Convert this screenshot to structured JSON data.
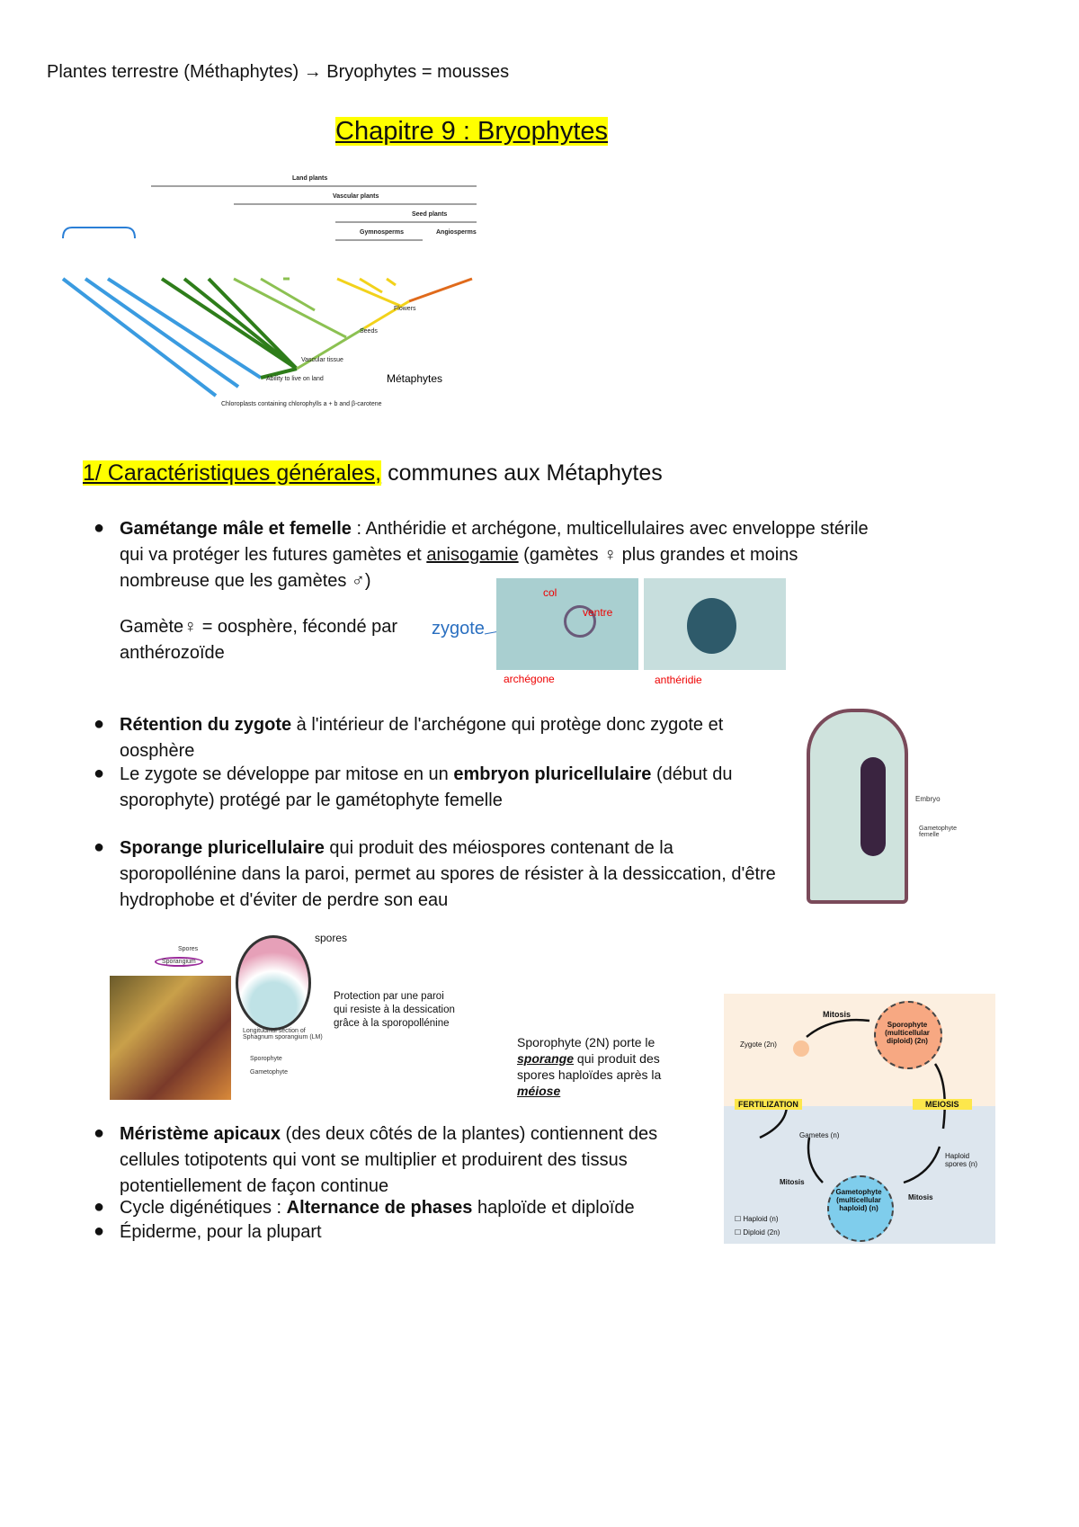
{
  "header_line": {
    "left": "Plantes terrestre (Méthaphytes)",
    "arrow": "→",
    "right": "Bryophytes = mousses"
  },
  "chapter_title": "Chapitre 9 : Bryophytes",
  "phylogeny": {
    "groups": [
      "Land plants",
      "Vascular plants",
      "Seed plants",
      "Gymnosperms",
      "Angiosperms"
    ],
    "events": [
      "Flowers",
      "Seeds",
      "Vascular tissue",
      "Ability to live on land",
      "Chloroplasts containing chlorophylls a + b and β-carotene"
    ],
    "annotation": "Métaphytes",
    "colors": {
      "algae": "#3a9be0",
      "bryophytes": "#2e7d1a",
      "ferns": "#8cc152",
      "gymnosperms": "#f2d21b",
      "angiosperms": "#e06a1b"
    }
  },
  "section1": {
    "title": "1/ Caractéristiques générales,",
    "suffix": " communes aux Métaphytes"
  },
  "bullets": [
    {
      "bold": "Gamétange mâle et femelle",
      "text": " : Anthéridie et archégone, multicellulaires avec enveloppe stérile qui va protéger les futures gamètes et ",
      "underline": "anisogamie",
      "text2": " (gamètes ♀ plus grandes et moins nombreuse que les gamètes ♂)"
    },
    {
      "bold": "Rétention du zygote",
      "text": " à l'intérieur de l'archégone qui protège donc zygote et oosphère"
    },
    {
      "pre": "Le zygote se développe par mitose en un ",
      "bold": "embryon pluricellulaire",
      "text": " (début du sporophyte) protégé par le gamétophyte femelle"
    },
    {
      "bold": "Sporange pluricellulaire",
      "text": " qui produit des méiospores contenant de la sporopollénine dans la paroi, permet au spores de résister à la dessiccation, d'être hydrophobe et d'éviter de perdre son eau"
    },
    {
      "bold": "Méristème apicaux",
      "text": " (des deux côtés de la plantes) contiennent des cellules totipotents qui vont se multiplier et produirent des tissus potentiellement de façon continue"
    },
    {
      "pre": "Cycle digénétiques : ",
      "bold": "Alternance de phases",
      "text": " haploïde et diploïde"
    },
    {
      "pre": "Épiderme, pour la plupart"
    }
  ],
  "gamete_note": {
    "line1": "Gamète♀ = oosphère, fécondé par",
    "line2": "anthérozoïde",
    "zygote": "zygote"
  },
  "micro": {
    "col": "col",
    "ventre": "ventre",
    "archegone": "archégone",
    "antheridie": "anthéridie"
  },
  "embryo_fig": {
    "embryo": "Embryo",
    "gametophyte": "Gametophyte femelle"
  },
  "sporangium_fig": {
    "spores_label": "spores",
    "spores_small": "Spores",
    "sporangium": "Sporangium",
    "section": "Longitudinal section of Sphagnum sporangium (LM)",
    "sporophyte": "Sporophyte",
    "gametophyte": "Gametophyte",
    "protection": [
      "Protection par une paroi",
      "qui resiste à la dessication",
      "grâce à la sporopollénine"
    ]
  },
  "cycle": {
    "mitosis_top": "Mitosis",
    "zygote": "Zygote (2n)",
    "sporophyte": "Sporophyte (multicellular diploid) (2n)",
    "fertilization": "FERTILIZATION",
    "meiosis": "MEIOSIS",
    "gametes": "Gametes (n)",
    "spores": "Haploid spores (n)",
    "gametophyte": "Gametophyte (multicellular haploid) (n)",
    "mitosis_l": "Mitosis",
    "mitosis_r": "Mitosis",
    "haploid": "Haploid (n)",
    "diploid": "Diploid (2n)",
    "overlay": {
      "l1": "Sporophyte (2N) porte le",
      "sporange": "sporange",
      "l2": " qui produit des",
      "l3": "spores haploïdes après la",
      "meiose": "méiose"
    }
  }
}
